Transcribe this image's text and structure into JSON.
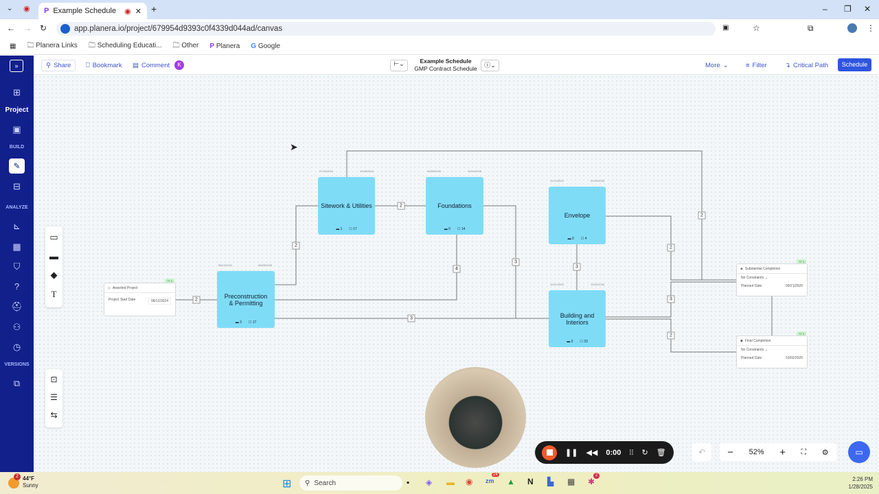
{
  "browser": {
    "tab_title": "Example Schedule",
    "url": "app.planera.io/project/679954d9393c0f4339d044ad/canvas",
    "bookmarks": [
      "Planera Links",
      "Scheduling Educati...",
      "Other",
      "Planera",
      "Google"
    ]
  },
  "header": {
    "share": "Share",
    "bookmark": "Bookmark",
    "comment": "Comment",
    "avatar": "K",
    "title": "Example Schedule",
    "subtitle": "GMP Contract Schedule",
    "more": "More",
    "filter": "Filter",
    "critical_path": "Critical Path",
    "schedule": "Schedule"
  },
  "sidebar": {
    "project": "Project",
    "build": "BUILD",
    "analyze": "ANALYZE",
    "versions": "VERSIONS"
  },
  "canvas": {
    "tasks": [
      {
        "name": "Preconstruction & Permitting",
        "start": "08/12/2024",
        "end": "08/28/2025",
        "a": "3",
        "b": "17"
      },
      {
        "name": "Sitework & Utilities",
        "start": "07/15/2024",
        "end": "12/28/2024",
        "a": "1",
        "b": "17"
      },
      {
        "name": "Foundations",
        "start": "06/08/2025",
        "end": "10/24/2025",
        "a": "0",
        "b": "14"
      },
      {
        "name": "Envelope",
        "start": "11/14/2025",
        "end": "01/09/2026",
        "a": "0",
        "b": "4"
      },
      {
        "name": "Building and Interiors",
        "start": "10/11/2025",
        "end": "10/02/2026",
        "a": "0",
        "b": "33"
      }
    ],
    "milestones": [
      {
        "name": "Awarded Project",
        "field": "Project Start Date",
        "date": "08/12/2024",
        "tf": "TF 0"
      },
      {
        "name": "Substantial Completion",
        "constraint": "No Constraints",
        "field": "Planned Date",
        "date": "09/21/2026",
        "tf": "TF 0"
      },
      {
        "name": "Final Completion",
        "constraint": "No Constraints",
        "field": "Planned Date",
        "date": "10/02/2026",
        "tf": "TF 0"
      }
    ],
    "lags": [
      "2",
      "2",
      "2",
      "4",
      "3",
      "3",
      "3",
      "2",
      "2",
      "3",
      "2"
    ]
  },
  "recorder": {
    "time": "0:00"
  },
  "zoom": {
    "level": "52%"
  },
  "taskbar": {
    "temp": "44°F",
    "weather": "Sunny",
    "weather_badge": "2",
    "search": "Search",
    "time": "2:26 PM",
    "date": "1/28/2025",
    "zoom_badge": "24",
    "slack_badge": "2"
  }
}
